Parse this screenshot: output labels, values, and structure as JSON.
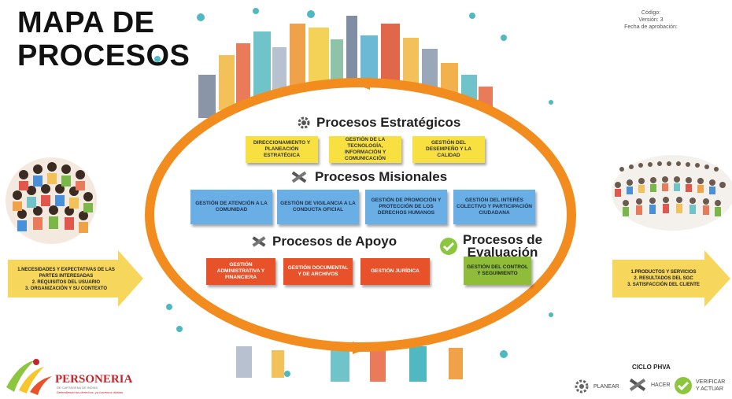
{
  "header": {
    "title_line1": "MAPA DE",
    "title_line2": "PROCESOS",
    "codigo_label": "Código:",
    "version_label": "Versión: 3",
    "fecha_label": "Fecha de aprobación:"
  },
  "estrategicos": {
    "title": "Procesos Estratégicos",
    "boxes": [
      "DIRECCIONAMIENTO Y PLANEACIÓN ESTRATÉGICA",
      "GESTIÓN DE LA TECNOLOGÍA, INFORMACIÓN Y COMUNICACIÓN",
      "GESTIÓN DEL DESEMPEÑO Y LA CALIDAD"
    ]
  },
  "misionales": {
    "title": "Procesos Misionales",
    "boxes": [
      "GESTIÓN DE ATENCIÓN A LA COMUNIDAD",
      "GESTIÓN DE VIGILANCIA A LA CONDUCTA OFICIAL",
      "GESTIÓN DE PROMOCIÓN Y PROTECCIÓN DE LOS DERECHOS HUMANOS",
      "GESTIÓN DEL INTERÉS COLECTIVO Y PARTICIPACIÓN CIUDADANA"
    ]
  },
  "apoyo": {
    "title": "Procesos de Apoyo",
    "boxes": [
      "GESTIÓN ADMINISTRATIVA Y FINANCIERA",
      "GESTIÓN DOCUMENTAL Y DE ARCHIVOS",
      "GESTIÓN JURÍDICA"
    ]
  },
  "evaluacion": {
    "title_line1": "Procesos de",
    "title_line2": "Evaluación",
    "box": "GESTIÓN DEL CONTROL Y SEGUIMIENTO"
  },
  "inputs": {
    "lines": [
      "1.NECESIDADES Y EXPECTATIVAS DE LAS PARTES INTERESADAS",
      "2. REQUISITOS DEL USUARIO",
      "3. ORGANIZACIÓN Y SU CONTEXTO"
    ]
  },
  "outputs": {
    "lines": [
      "1.PRODUCTOS Y SERVICIOS",
      "2. RESULTADOS DEL SGC",
      "3. SATISFACCIÓN DEL CLIENTE"
    ]
  },
  "ciclo": {
    "title": "CICLO PHVA",
    "planear": "PLANEAR",
    "hacer": "HACER",
    "verificar_line1": "VERIFICAR",
    "verificar_line2": "Y ACTUAR"
  },
  "logo": {
    "name": "PERSONERIA",
    "sub1": "DE CARTAGENA DE INDIAS",
    "sub2": "Defendiendo tus derechos, ya hacemos distinto"
  },
  "colors": {
    "ring": "#f28c1e",
    "yellow": "#f7e040",
    "blue": "#6aaee6",
    "red": "#e8522a",
    "green": "#8fbd3a",
    "arrow": "#f6d65b"
  }
}
